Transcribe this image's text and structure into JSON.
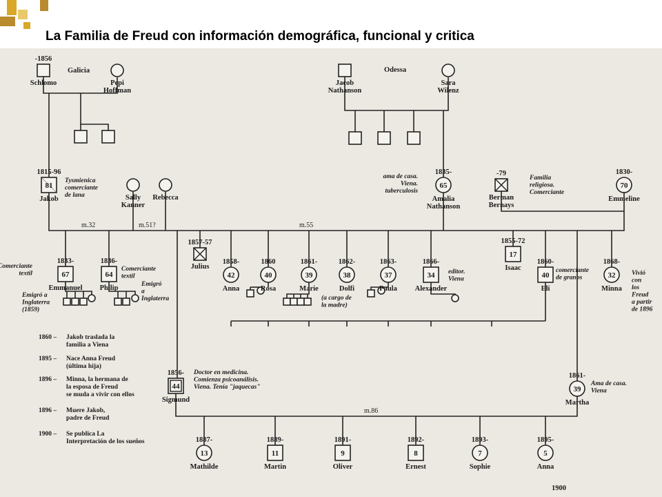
{
  "title": "La Familia de Freud con información demográfica, funcional y critica",
  "deco_colors": [
    "#d9a72a",
    "#b98a2e",
    "#e8c96b"
  ],
  "line_color": "#222222",
  "nodes": [
    {
      "id": "schlomo",
      "shape": "m",
      "year": "-1856",
      "label": [
        "Schlomo"
      ]
    },
    {
      "id": "pepi",
      "shape": "f",
      "label": [
        "Pepi",
        "Hoffman"
      ]
    },
    {
      "id": "jacob_n",
      "shape": "m",
      "label": [
        "Jacob",
        "Nathanson"
      ]
    },
    {
      "id": "sara",
      "shape": "f",
      "label": [
        "Sara",
        "Wilenz"
      ]
    },
    {
      "id": "g1a",
      "shape": "m"
    },
    {
      "id": "g1b",
      "shape": "m"
    },
    {
      "id": "g2a",
      "shape": "m"
    },
    {
      "id": "g2b",
      "shape": "m"
    },
    {
      "id": "g2c",
      "shape": "m"
    },
    {
      "id": "jakob",
      "shape": "m",
      "year": "1815-96",
      "age": "81",
      "deceased": true,
      "label": [
        "Jakob"
      ]
    },
    {
      "id": "sally",
      "shape": "f",
      "label": [
        "Sally",
        "Kanner"
      ]
    },
    {
      "id": "rebecca",
      "shape": "f",
      "label": [
        "Rebecca"
      ]
    },
    {
      "id": "amalia",
      "shape": "f",
      "year": "1835-",
      "age": "65",
      "label": [
        "Amalia",
        "Nathanson"
      ]
    },
    {
      "id": "berman",
      "shape": "m",
      "year": "-79",
      "deceased": true,
      "label": [
        "Berman",
        "Bernays"
      ]
    },
    {
      "id": "emmeline",
      "shape": "f",
      "year": "1830-",
      "age": "70",
      "label": [
        "Emmeline"
      ]
    },
    {
      "id": "emmanuel",
      "shape": "m",
      "year": "1833-",
      "age": "67",
      "label": [
        "Emmanuel"
      ]
    },
    {
      "id": "philip",
      "shape": "m",
      "year": "1836-",
      "age": "64",
      "label": [
        "Philip"
      ]
    },
    {
      "id": "julius",
      "shape": "m",
      "year": "1857-57",
      "deceased": true,
      "label": [
        "Julius"
      ]
    },
    {
      "id": "anna_s",
      "shape": "f",
      "year": "1858-",
      "age": "42",
      "label": [
        "Anna"
      ]
    },
    {
      "id": "rosa",
      "shape": "f",
      "year": "1860",
      "age": "40",
      "label": [
        "Rosa"
      ]
    },
    {
      "id": "marie",
      "shape": "f",
      "year": "1861-",
      "age": "39",
      "label": [
        "Marie"
      ]
    },
    {
      "id": "dolfi",
      "shape": "f",
      "year": "1862-",
      "age": "38",
      "label": [
        "Dolfi"
      ]
    },
    {
      "id": "paula",
      "shape": "f",
      "year": "1863-",
      "age": "37",
      "label": [
        "Paula"
      ]
    },
    {
      "id": "alexander",
      "shape": "m",
      "year": "1866-",
      "age": "34",
      "label": [
        "Alexander"
      ]
    },
    {
      "id": "isaac",
      "shape": "m",
      "year": "1855-72",
      "age": "17",
      "label": [
        "Isaac"
      ]
    },
    {
      "id": "eli",
      "shape": "m",
      "year": "1860-",
      "age": "40",
      "label": [
        "Eli"
      ]
    },
    {
      "id": "minna",
      "shape": "f",
      "year": "1868-",
      "age": "32",
      "label": [
        "Minna"
      ]
    },
    {
      "id": "sigmund",
      "shape": "m",
      "year": "1856-",
      "age": "44",
      "label": [
        "Sigmund"
      ],
      "index": true
    },
    {
      "id": "martha",
      "shape": "f",
      "year": "1861-",
      "age": "39",
      "label": [
        "Martha"
      ]
    },
    {
      "id": "mathilde",
      "shape": "f",
      "year": "1887-",
      "age": "13",
      "label": [
        "Mathilde"
      ]
    },
    {
      "id": "martin",
      "shape": "m",
      "year": "1889-",
      "age": "11",
      "label": [
        "Martin"
      ]
    },
    {
      "id": "oliver",
      "shape": "m",
      "year": "1891-",
      "age": "9",
      "label": [
        "Oliver"
      ]
    },
    {
      "id": "ernest",
      "shape": "m",
      "year": "1892-",
      "age": "8",
      "label": [
        "Ernest"
      ]
    },
    {
      "id": "sophie",
      "shape": "f",
      "year": "1893-",
      "age": "7",
      "label": [
        "Sophie"
      ]
    },
    {
      "id": "anna_d",
      "shape": "f",
      "year": "1895-",
      "age": "5",
      "label": [
        "Anna"
      ]
    },
    {
      "id": "ob1",
      "shape": "m",
      "small": true
    },
    {
      "id": "ob2",
      "shape": "m",
      "small": true
    },
    {
      "id": "ob3",
      "shape": "m",
      "small": true
    },
    {
      "id": "ob4",
      "shape": "f",
      "small": true
    },
    {
      "id": "ob5",
      "shape": "m",
      "small": true
    },
    {
      "id": "ob6",
      "shape": "m",
      "small": true
    },
    {
      "id": "ob7",
      "shape": "f",
      "small": true
    },
    {
      "id": "ob8",
      "shape": "m",
      "small": true
    },
    {
      "id": "ob9",
      "shape": "f",
      "small": true
    },
    {
      "id": "ob10",
      "shape": "m",
      "small": true
    },
    {
      "id": "ob11",
      "shape": "m",
      "small": true
    },
    {
      "id": "ob12",
      "shape": "m",
      "small": true
    },
    {
      "id": "ob13",
      "shape": "m",
      "small": true
    },
    {
      "id": "ob14",
      "shape": "m",
      "small": true
    },
    {
      "id": "ob15",
      "shape": "f",
      "small": true
    },
    {
      "id": "ob16",
      "shape": "f",
      "small": true
    }
  ],
  "places": [
    {
      "id": "galicia",
      "text": "Galicia"
    },
    {
      "id": "odessa",
      "text": "Odessa"
    }
  ],
  "marriages": [
    {
      "id": "m32",
      "text": "m.32"
    },
    {
      "id": "m51",
      "text": "m.51?"
    },
    {
      "id": "m55",
      "text": "m.55"
    },
    {
      "id": "m86",
      "text": "m.86"
    }
  ],
  "notes": [
    {
      "id": "n_jakob",
      "lines": [
        "Tysmienica",
        "comerciante",
        "de lana"
      ]
    },
    {
      "id": "n_amalia",
      "lines": [
        "ama de casa.",
        "Viena.",
        "tuberculosis"
      ]
    },
    {
      "id": "n_berman",
      "lines": [
        "Familia",
        "religiosa.",
        "Comerciante"
      ]
    },
    {
      "id": "n_emmanuel",
      "lines": [
        "Comerciante",
        "textil"
      ]
    },
    {
      "id": "n_emmanuel2",
      "lines": [
        "Emigró a",
        "Inglaterra",
        "(1859)"
      ]
    },
    {
      "id": "n_philip",
      "lines": [
        "Comerciante",
        "textil"
      ]
    },
    {
      "id": "n_philip2",
      "lines": [
        "Emigró",
        "a",
        "Inglaterra"
      ]
    },
    {
      "id": "n_dolfi",
      "lines": [
        "(a cargo de",
        "la madre)"
      ]
    },
    {
      "id": "n_alexander",
      "lines": [
        "editor.",
        "Viena"
      ]
    },
    {
      "id": "n_eli",
      "lines": [
        "comerciante",
        "de granos"
      ]
    },
    {
      "id": "n_minna",
      "lines": [
        "Vivió",
        "con",
        "los",
        "Freud",
        "a partir",
        "de 1896"
      ]
    },
    {
      "id": "n_sigmund",
      "lines": [
        "Doctor en medicina.",
        "Comienza psicoanálisis.",
        "Viena. Tenía \"jaquecas\""
      ]
    },
    {
      "id": "n_martha",
      "lines": [
        "Ama de casa.",
        "Viena"
      ]
    }
  ],
  "timeline": [
    {
      "year": "1860",
      "lines": [
        "Jakob traslada la",
        "familia a Viena"
      ]
    },
    {
      "year": "1895",
      "lines": [
        "Nace Anna Freud",
        "(última hija)"
      ]
    },
    {
      "year": "1896",
      "lines": [
        "Minna, la hermana de",
        "la esposa de Freud",
        "se muda a vivir con ellos"
      ]
    },
    {
      "year": "1896",
      "lines": [
        "Muere Jakob,",
        "padre de Freud"
      ]
    },
    {
      "year": "1900",
      "lines": [
        "Se publica La",
        "Interpretación de los sueños"
      ]
    }
  ],
  "footer_year": "1900"
}
